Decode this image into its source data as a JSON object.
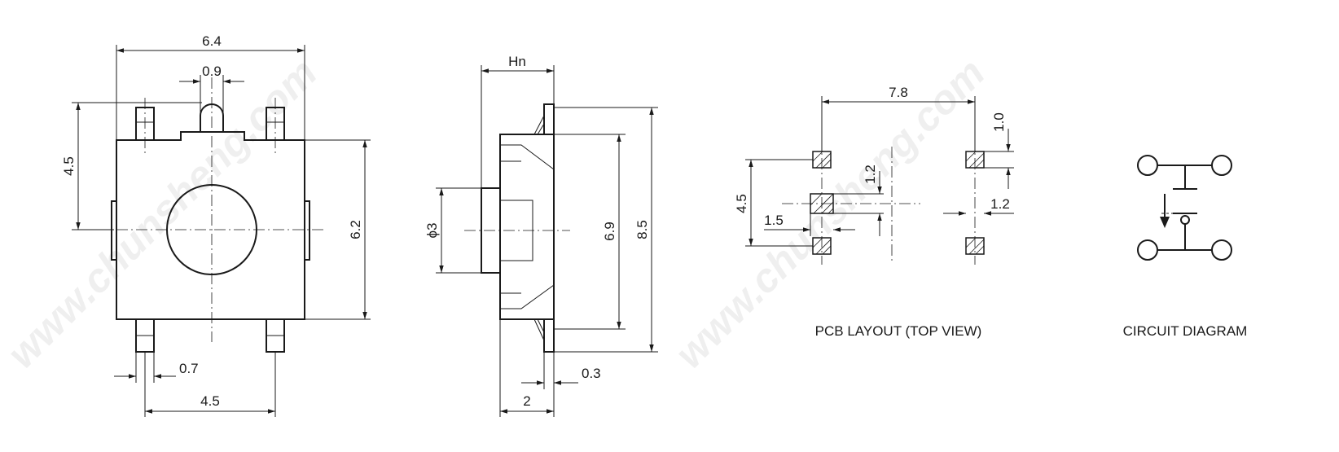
{
  "watermark": "www.chunsheng.com",
  "front_view": {
    "dim_width": "6.4",
    "dim_plunger": "0.9",
    "dim_height": "4.5",
    "dim_body": "6.2",
    "dim_pin_width": "0.7",
    "dim_pin_pitch": "4.5"
  },
  "side_view": {
    "dim_height": "Hn",
    "dim_diameter": "ϕ3",
    "dim_inner": "6.9",
    "dim_outer": "8.5",
    "dim_thickness": "0.3",
    "dim_depth": "2"
  },
  "pcb_layout": {
    "caption": "PCB LAYOUT (TOP VIEW)",
    "dim_pitch_x": "7.8",
    "dim_pad_top": "1.0",
    "dim_pad_mid": "1.2",
    "dim_pad_right": "1.2",
    "dim_pitch_y": "4.5",
    "dim_pad_left": "1.5"
  },
  "circuit": {
    "caption": "CIRCUIT DIAGRAM"
  }
}
